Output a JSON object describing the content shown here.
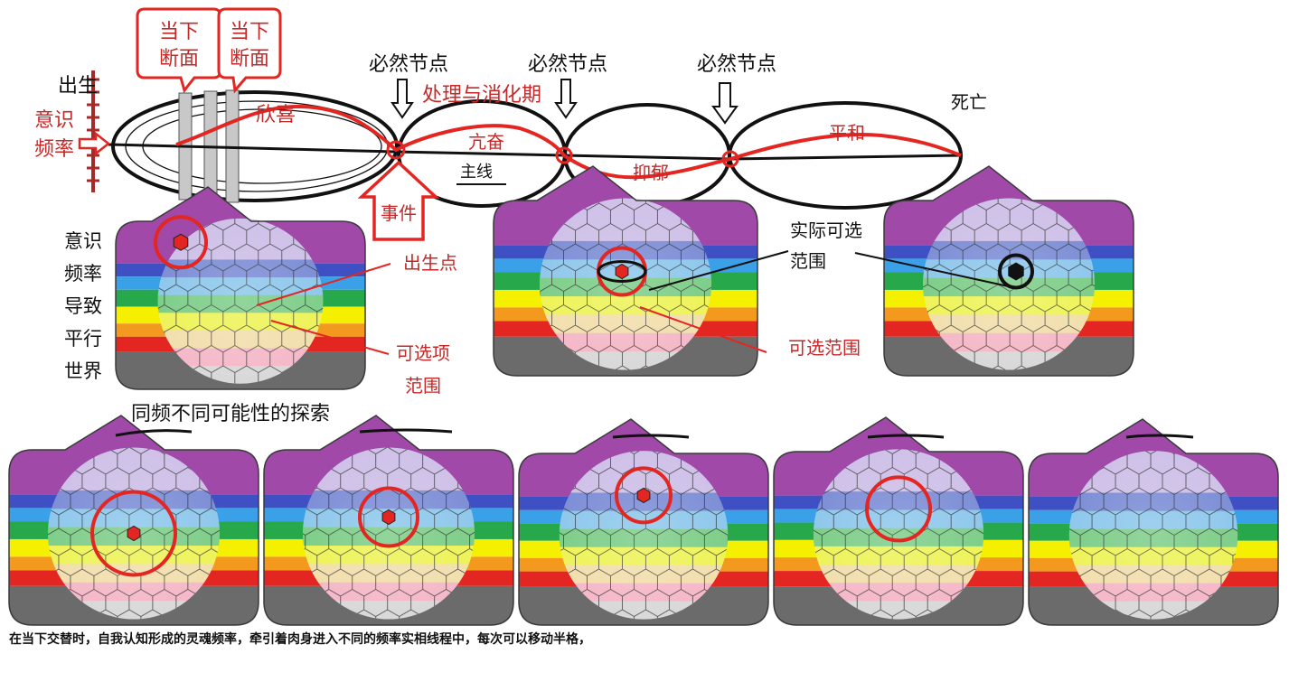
{
  "top_labels": {
    "cross_section": "当下\n断面",
    "birth": "出生",
    "consciousness_frequency": "意识\n频率",
    "necessary_node": "必然节点",
    "processing_period": "处理与消化期",
    "death": "死亡",
    "main_line": "主线",
    "event": "事件",
    "joy": "欣喜",
    "excited": "亢奋",
    "depressed": "抑郁",
    "peace": "平和"
  },
  "middle_labels": {
    "side_text": "意识\n频率\n导致\n平行\n世界",
    "birth_point": "出生点",
    "options_range_1": "可选项\n范围",
    "actual_range": "实际可选\n范围",
    "options_range_2": "可选范围"
  },
  "bottom_title": "同频不同可能性的探索",
  "footer": "在当下交替时，自我认知形成的灵魂频率，牵引着肉身进入不同的频率实相线程中，每次可以移动半格，",
  "colors": {
    "accent_red": "#e32622",
    "label_red": "#c62828",
    "purple": "#a049a8",
    "lavender": "#cfc1e8",
    "band_blue": "#3f4fc4",
    "band_light_blue": "#3aa0e8",
    "band_green": "#27a84a",
    "band_yellow": "#f4f000",
    "band_orange": "#f39a1e",
    "band_red": "#e32622",
    "band_gray": "#6b6b6b"
  },
  "icons": {
    "node_arrow": "down-arrow-icon",
    "event_arrow": "up-arrow-icon",
    "frequency_arrow": "right-arrow-icon",
    "hex_marker": "hexagon-icon"
  }
}
